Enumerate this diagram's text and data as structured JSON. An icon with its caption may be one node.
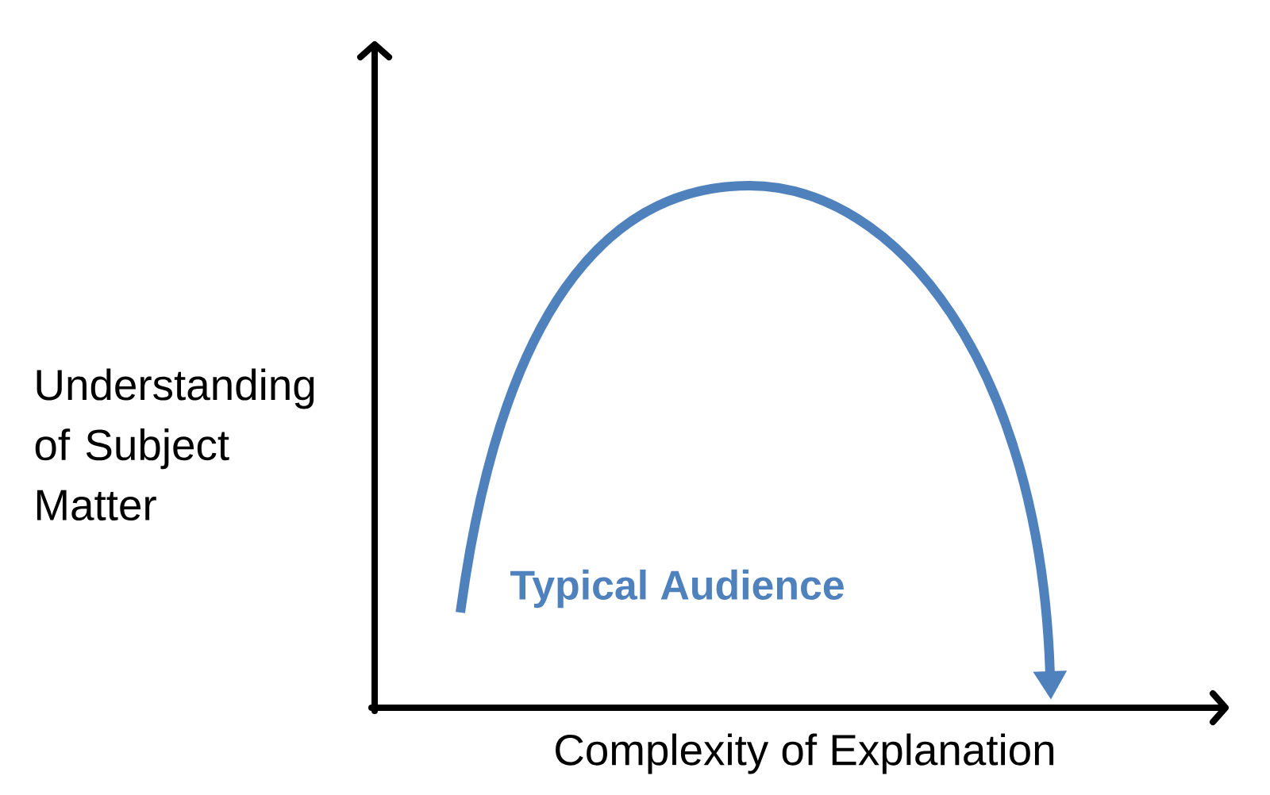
{
  "diagram": {
    "labels": [
      "Understanding of Subject Matter",
      "Typical Audience",
      "Complexity of Explanation"
    ]
  }
}
